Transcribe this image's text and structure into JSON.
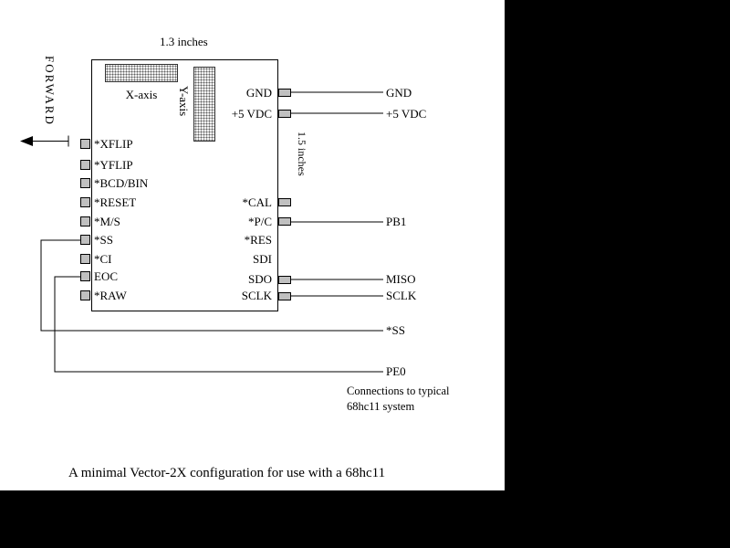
{
  "labels": {
    "top_dimension": "1.3 inches",
    "side_dimension": "1.5 inches",
    "forward": "FORWARD",
    "x_axis": "X-axis",
    "y_axis": "Y-axis",
    "note_line1": "Connections to typical",
    "note_line2": "68hc11 system",
    "caption": "A minimal Vector-2X configuration for use with a 68hc11"
  },
  "module": {
    "left_pins": [
      "*XFLIP",
      "*YFLIP",
      "*BCD/BIN",
      "*RESET",
      "*M/S",
      "*SS",
      "*CI",
      "EOC",
      "*RAW"
    ],
    "right_labels": [
      "GND",
      "+5 VDC",
      "*CAL",
      "*P/C",
      "*RES",
      "SDI",
      "SDO",
      "SCLK"
    ]
  },
  "external": {
    "labels": [
      "GND",
      "+5 VDC",
      "PB1",
      "MISO",
      "SCLK",
      "*SS",
      "PE0"
    ]
  },
  "colors": {
    "page_background": "#000000",
    "canvas_background": "#ffffff",
    "ink": "#000000",
    "pin_fill": "#c0c0c0"
  }
}
